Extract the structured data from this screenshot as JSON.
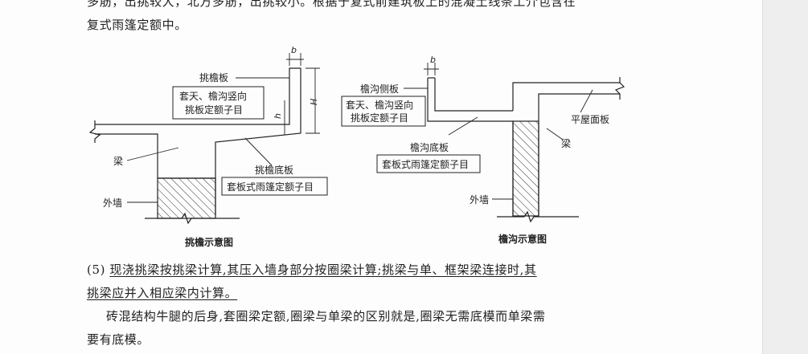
{
  "text": {
    "line_top_partial": "多筋，出挑较大，北方多筋，出挑较小。根据于复式前建筑板上的混凝土线条工介包含在",
    "line_top_end": "复式雨篷定额中。",
    "para5_prefix": "(5) ",
    "para5_underlined_1": "现浇挑梁按挑梁计算,其压入墙身部分按圈梁计算;挑梁与单、框架梁连接时,其",
    "para5_underlined_2": "挑梁应并入相应梁内计算。",
    "para6_line1": "砖混结构牛腿的后身,套圈梁定额,圈梁与单梁的区别就是,圈梁无需底模而单梁需",
    "para6_line2": "要有底模。"
  },
  "figure_left": {
    "caption": "挑檐示意图",
    "label_board": "挑檐板",
    "box1_line1": "套天、檐沟竖向",
    "box1_line2": "挑板定额子目",
    "label_bottom_board": "挑檐底板",
    "box2": "套板式雨篷定额子目",
    "label_beam": "梁",
    "label_wall": "外墙",
    "dim_b": "b",
    "dim_h": "h",
    "dim_H": "H"
  },
  "figure_right": {
    "caption": "檐沟示意图",
    "label_side_board": "檐沟侧板",
    "box1_line1": "套天、檐沟竖向",
    "box1_line2": "挑板定额子目",
    "label_bottom_board": "檐沟底板",
    "box2": "套板式雨篷定额子目",
    "label_roof": "平屋面板",
    "label_beam": "梁",
    "label_wall": "外墙",
    "dim_b": "b"
  }
}
